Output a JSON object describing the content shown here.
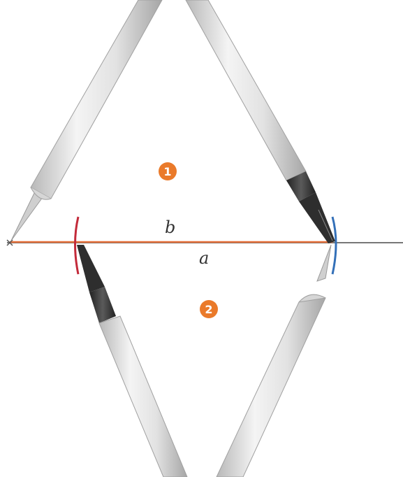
{
  "labels": {
    "segment_upper": "b",
    "segment_lower": "a"
  },
  "steps": [
    {
      "number": "1"
    },
    {
      "number": "2"
    }
  ],
  "colors": {
    "background": "#ffffff",
    "step_badge": "#ea7a2a",
    "arc_left": "#c32a3a",
    "arc_right": "#3470b8",
    "segment_line": "#e5703a",
    "base_line": "#777777",
    "compass_body": "#dcdcdc",
    "compass_knurl": "#3c3c3c"
  },
  "icons": {
    "compass_leg": "compass-leg-icon",
    "compass_needle": "needle-tip-icon",
    "compass_pencil": "pencil-lead-icon"
  }
}
